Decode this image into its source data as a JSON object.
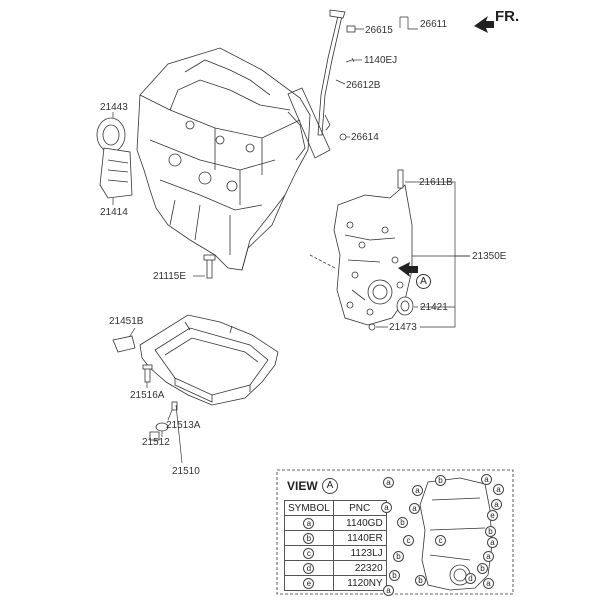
{
  "direction_label": "FR.",
  "part_labels": [
    {
      "id": "26611",
      "text": "26611"
    },
    {
      "id": "26615",
      "text": "26615"
    },
    {
      "id": "1140EJ",
      "text": "1140EJ"
    },
    {
      "id": "26612B",
      "text": "26612B"
    },
    {
      "id": "26614",
      "text": "26614"
    },
    {
      "id": "21443",
      "text": "21443"
    },
    {
      "id": "21414",
      "text": "21414"
    },
    {
      "id": "21611B",
      "text": "21611B"
    },
    {
      "id": "21350E",
      "text": "21350E"
    },
    {
      "id": "21115E",
      "text": "21115E"
    },
    {
      "id": "21421",
      "text": "21421"
    },
    {
      "id": "21473",
      "text": "21473"
    },
    {
      "id": "21451B",
      "text": "21451B"
    },
    {
      "id": "21516A",
      "text": "21516A"
    },
    {
      "id": "21513A",
      "text": "21513A"
    },
    {
      "id": "21512",
      "text": "21512"
    },
    {
      "id": "21510",
      "text": "21510"
    }
  ],
  "view_marker": "A",
  "view_box": {
    "title": "VIEW",
    "view_letter": "A",
    "header": {
      "symbol": "SYMBOL",
      "pnc": "PNC"
    },
    "rows": [
      {
        "symbol": "a",
        "pnc": "1140GD"
      },
      {
        "symbol": "b",
        "pnc": "1140ER"
      },
      {
        "symbol": "c",
        "pnc": "1123LJ"
      },
      {
        "symbol": "d",
        "pnc": "22320"
      },
      {
        "symbol": "e",
        "pnc": "1120NY"
      }
    ]
  },
  "callout_letters": [
    "a",
    "a",
    "b",
    "c",
    "b",
    "b",
    "a",
    "c",
    "b",
    "a",
    "a",
    "b",
    "a",
    "a",
    "a",
    "e",
    "b",
    "a",
    "a",
    "b",
    "d",
    "a"
  ]
}
